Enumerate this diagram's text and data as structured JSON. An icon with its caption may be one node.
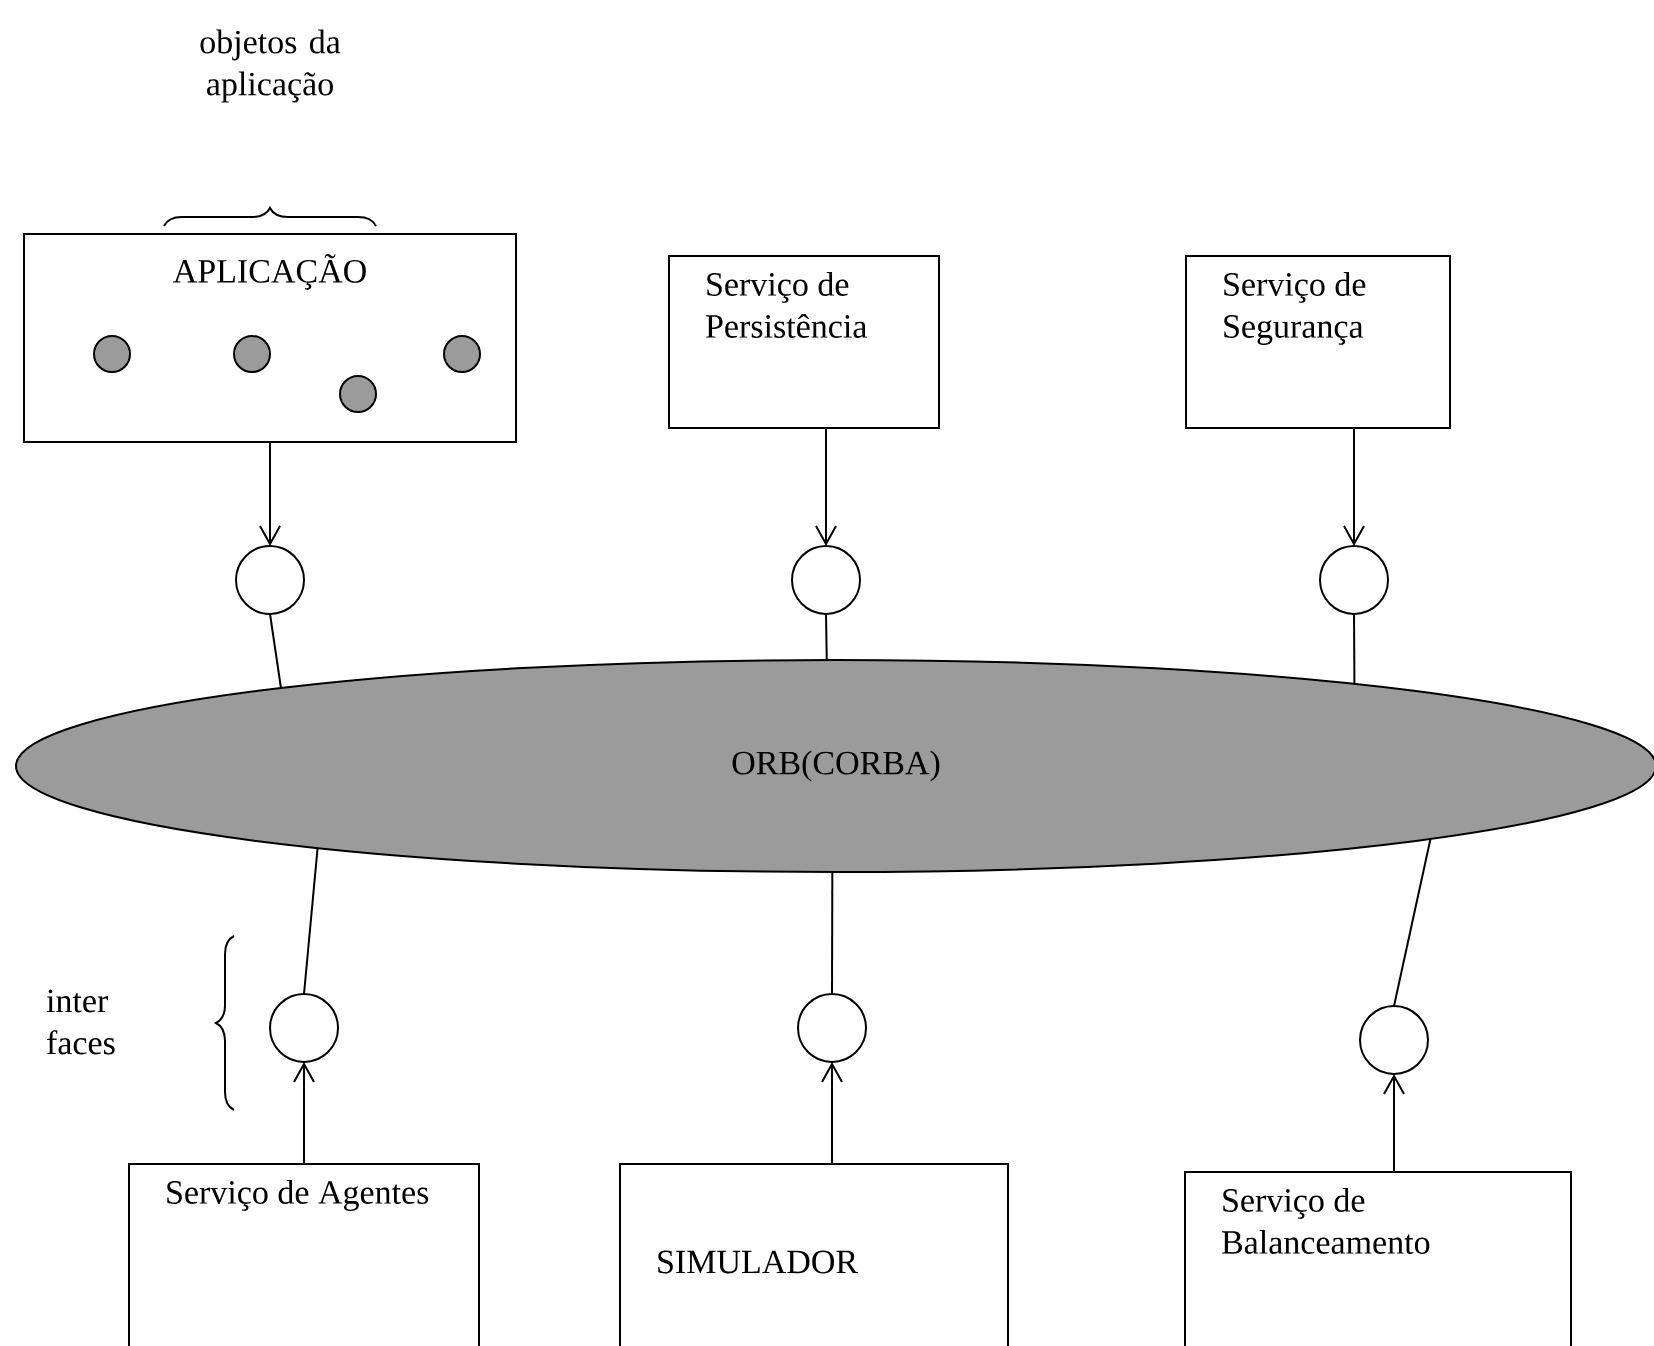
{
  "diagram": {
    "nodes": [
      {
        "text": [
          "APLICAÇÃO"
        ]
      },
      {
        "text": [
          "Serviço de Persistência"
        ]
      },
      {
        "text": [
          "Serviço de Segurança"
        ]
      },
      {
        "text": [],
        "shape": "circle"
      },
      {
        "text": [],
        "shape": "circle"
      },
      {
        "text": [],
        "shape": "circle"
      },
      {
        "text": [
          "ORB(CORBA)"
        ]
      },
      {
        "text": [],
        "shape": "circle"
      },
      {
        "text": [],
        "shape": "circle"
      },
      {
        "text": [],
        "shape": "circle"
      },
      {
        "text": [
          "Serviço de Agentes"
        ]
      },
      {
        "text": [
          "SIMULADOR"
        ]
      },
      {
        "text": [
          "Serviço de Balanceamento"
        ]
      }
    ],
    "edges": [
      {
        "from": 0,
        "to": 3,
        "arrow": "to"
      },
      {
        "from": 3,
        "to": 6,
        "arrow": "none"
      },
      {
        "from": 1,
        "to": 4,
        "arrow": "to"
      },
      {
        "from": 4,
        "to": 6,
        "arrow": "none"
      },
      {
        "from": 2,
        "to": 5,
        "arrow": "to"
      },
      {
        "from": 5,
        "to": 6,
        "arrow": "none"
      },
      {
        "from": 6,
        "to": 7,
        "arrow": "none"
      },
      {
        "from": 10,
        "to": 7,
        "arrow": "to"
      },
      {
        "from": 6,
        "to": 8,
        "arrow": "none"
      },
      {
        "from": 11,
        "to": 8,
        "arrow": "to"
      },
      {
        "from": 6,
        "to": 9,
        "arrow": "none"
      },
      {
        "from": 12,
        "to": 9,
        "arrow": "to"
      }
    ],
    "labels": [
      "objetos da aplicação",
      "inter faces"
    ]
  }
}
